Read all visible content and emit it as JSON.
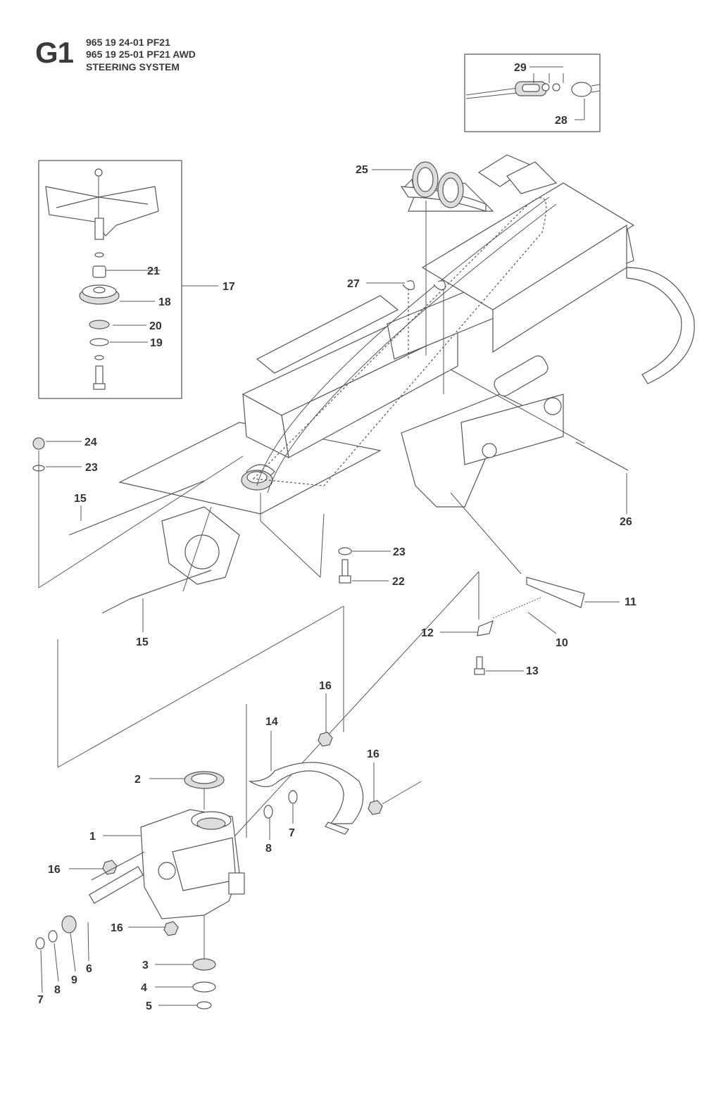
{
  "header": {
    "section_code": "G1",
    "line1": "965 19 24-01 PF21",
    "line2": "965 19 25-01 PF21 AWD",
    "line3": "STEERING SYSTEM"
  },
  "callouts": [
    "29",
    "28",
    "25",
    "27",
    "17",
    "21",
    "18",
    "20",
    "19",
    "24",
    "23",
    "15",
    "26",
    "23",
    "22",
    "15",
    "11",
    "12",
    "10",
    "13",
    "16",
    "14",
    "2",
    "16",
    "1",
    "7",
    "8",
    "16",
    "16",
    "7",
    "8",
    "9",
    "6",
    "3",
    "4",
    "5"
  ],
  "icons": {
    "chassis": "frame-chassis-icon",
    "steering_plate": "steering-plate-icon",
    "pulley": "pulley-icon"
  }
}
